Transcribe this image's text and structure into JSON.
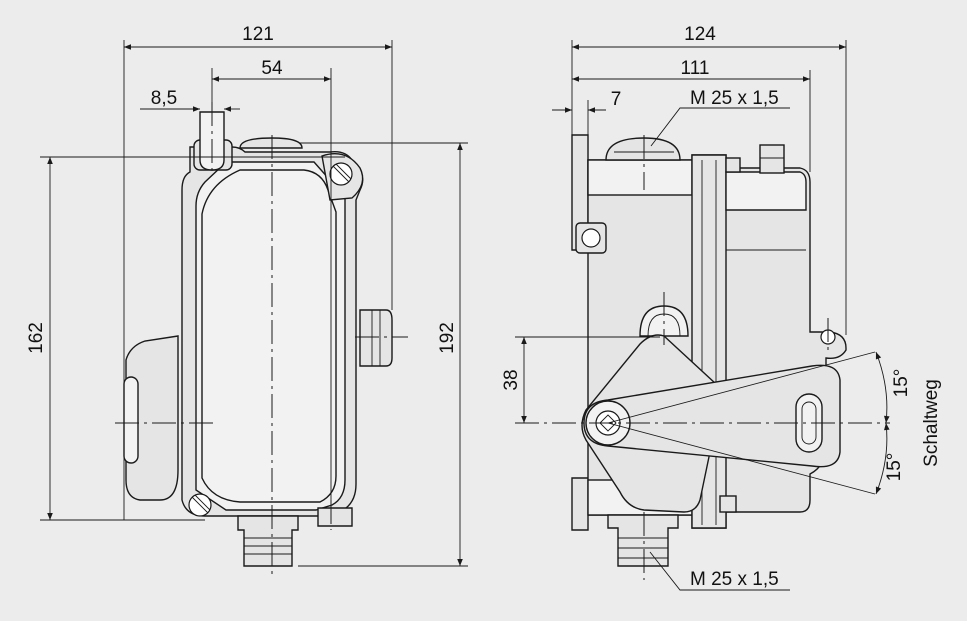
{
  "front_view": {
    "dim_width": "121",
    "dim_center": "54",
    "dim_offset": "8,5",
    "dim_mount_height": "162",
    "dim_total_height": "192"
  },
  "side_view": {
    "dim_width": "124",
    "dim_body": "111",
    "dim_flange": "7",
    "thread_top": "M 25 x 1,5",
    "thread_bottom": "M 25 x 1,5",
    "dim_axis_height": "38",
    "angle_upper": "15°",
    "angle_lower": "15°",
    "travel_label": "Schaltweg"
  }
}
